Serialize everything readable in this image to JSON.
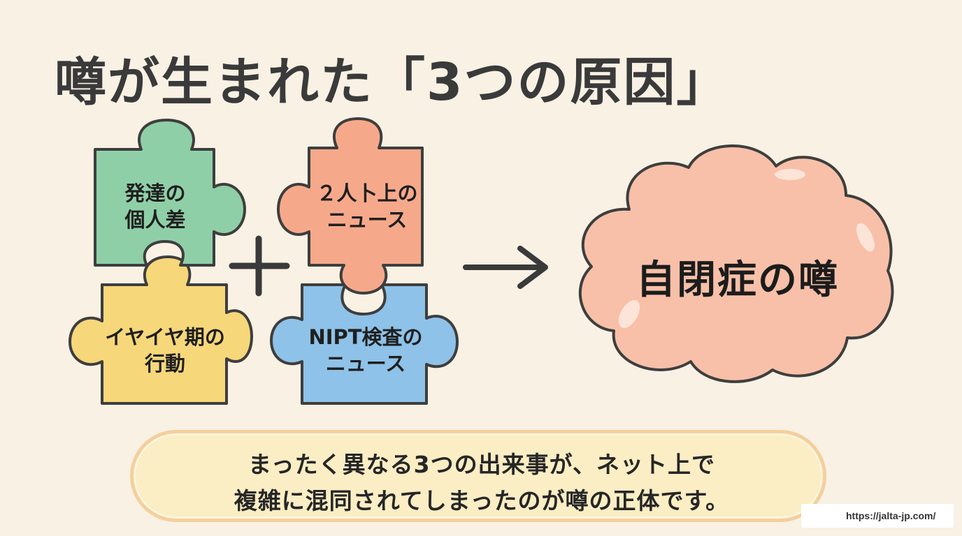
{
  "title": "噂が生まれた「3つの原因」",
  "pieces": {
    "green": {
      "label": "発達の\n個人差",
      "color": "#8fcfa8"
    },
    "orange": {
      "label": "２人卜上の\nニュース",
      "color": "#f6a98a"
    },
    "yellow": {
      "label": "イヤイヤ期の\n行動",
      "color": "#f6d77a"
    },
    "blue": {
      "label": "NIPT検査の\nニュース",
      "color": "#8ec2e8"
    }
  },
  "cloud": {
    "label": "自閉症の噂",
    "color": "#f8c0a8"
  },
  "message": {
    "line1": "まったく異なる3つの出来事が、ネット上で",
    "line2": "複雑に混同されてしまったのが噂の正体です。"
  },
  "footer": {
    "url": "https://jalta-jp.com/"
  },
  "colors": {
    "background": "#f8f1e4",
    "outline": "#3e3e3e"
  }
}
